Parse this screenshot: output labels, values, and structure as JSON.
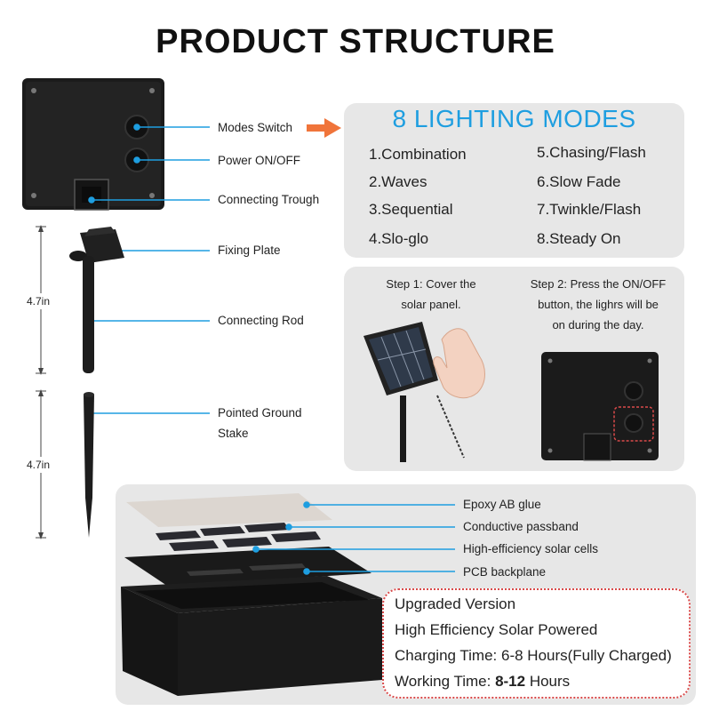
{
  "title": "PRODUCT STRUCTURE",
  "parts": {
    "modes_switch": "Modes Switch",
    "power": "Power ON/OFF",
    "trough": "Connecting Trough",
    "fixing_plate": "Fixing Plate",
    "connecting_rod": "Connecting Rod",
    "stake_line1": "Pointed Ground",
    "stake_line2": "Stake",
    "dim_rod": "4.7in",
    "dim_stake": "4.7in"
  },
  "modes": {
    "title": "8 LIGHTING MODES",
    "items": [
      "1.Combination",
      "2.Waves",
      "3.Sequential",
      "4.Slo-glo",
      "5.Chasing/Flash",
      "6.Slow Fade",
      "7.Twinkle/Flash",
      "8.Steady On"
    ]
  },
  "steps": {
    "step1_line1": "Step 1: Cover the",
    "step1_line2": "solar panel.",
    "step2_line1": "Step 2: Press the ON/OFF",
    "step2_line2": "button, the lighrs will be",
    "step2_line3": "on during the day."
  },
  "layers": {
    "epoxy": "Epoxy AB glue",
    "passband": "Conductive passband",
    "cells": "High-efficiency solar cells",
    "pcb": "PCB backplane"
  },
  "specs": {
    "line1": "Upgraded Version",
    "line2": "High Efficiency Solar Powered",
    "line3": "Charging Time: 6-8 Hours(Fully Charged)",
    "line4_prefix": "Working Time:",
    "line4_value": "8-12",
    "line4_suffix": "Hours"
  },
  "colors": {
    "accent_blue": "#1e9ee0",
    "arrow_orange": "#f0743a",
    "panel_gray": "#e7e7e7",
    "dotted_red": "#d94a4a"
  }
}
